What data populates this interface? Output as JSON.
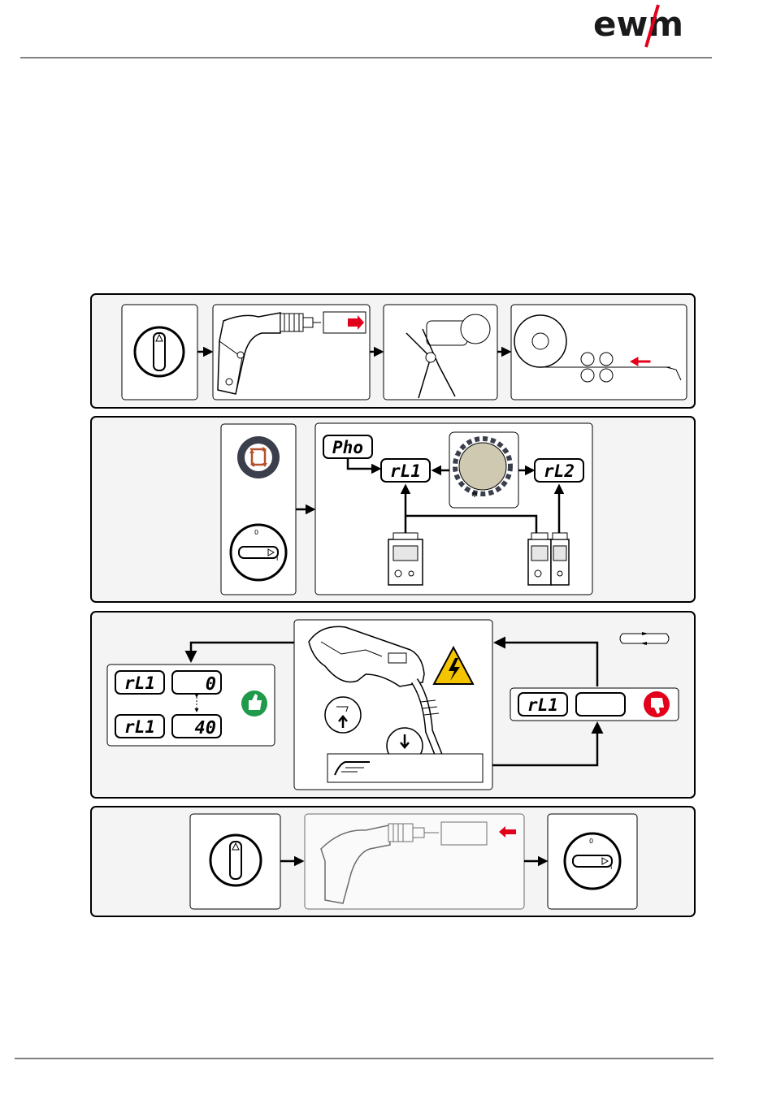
{
  "header": {
    "logo_text": "ewm",
    "logo_color": "#1a1a1a",
    "logo_accent_color": "#e3001b"
  },
  "colors": {
    "arrow_red": "#e3001b",
    "ok_green": "#1f9a4a",
    "nok_red": "#e3001b",
    "warning_yellow": "#f5c400",
    "knob_fill": "#cfc9b1",
    "display_bg": "#ffffff",
    "panel_bg": "#f0f0f0"
  },
  "step2": {
    "display_pho": "Pho",
    "display_rl1": "rL1",
    "display_rl2": "rL2",
    "knob_icon": "rotary-knob-icon",
    "rotate_icon": "rotate-arrows-icon",
    "switch_label_0": "0",
    "switch_label_1": "I"
  },
  "step3": {
    "display_rl1_a": "rL1",
    "value_a": "0",
    "display_rl1_b": "rL1",
    "value_b": "40",
    "display_rl1_c": "rL1",
    "value_c": "",
    "ok_icon": "thumbs-up-icon",
    "nok_icon": "thumbs-down-icon",
    "warning_icon": "high-voltage-warning-icon",
    "trigger_up_icon": "trigger-release-icon",
    "trigger_down_icon": "trigger-press-icon",
    "loop_icon": "repeat-loop-icon"
  },
  "step4": {
    "switch_label_0": "0",
    "switch_label_1": "I"
  }
}
